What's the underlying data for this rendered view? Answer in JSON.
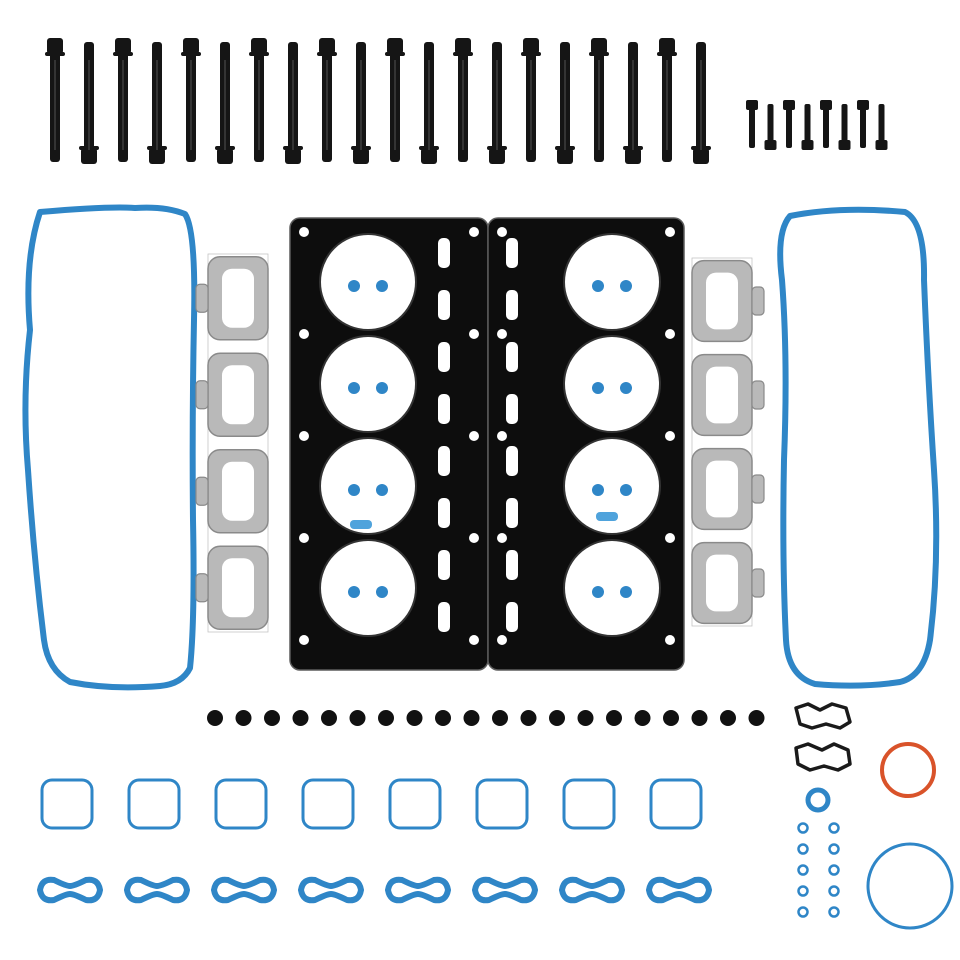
{
  "colors": {
    "background": "#ffffff",
    "bolt": "#151515",
    "bolt_highlight": "#4a4a4a",
    "head_gasket": "#0d0d0d",
    "head_gasket_edge": "#5c5c5c",
    "seal_blue": "#2f86c7",
    "seal_blue_light": "#4fa3dc",
    "exhaust_gasket": "#b9b9b9",
    "exhaust_gasket_edge": "#8a8a8a",
    "orange_oring": "#d9532a",
    "black_cap": "#111111"
  },
  "items": {
    "head_bolt_count": 20,
    "small_bolt_count": 8,
    "head_gasket_count": 2,
    "cylinders_per_gasket": 4,
    "valve_cover_gasket_count": 2,
    "exhaust_manifold_gasket_count": 2,
    "valve_stem_seal_count": 20,
    "square_intake_seal_count": 8,
    "figure8_seal_count": 8,
    "small_oring_count": 10,
    "large_oring_count": 2,
    "black_bracket_gasket_count": 2
  }
}
